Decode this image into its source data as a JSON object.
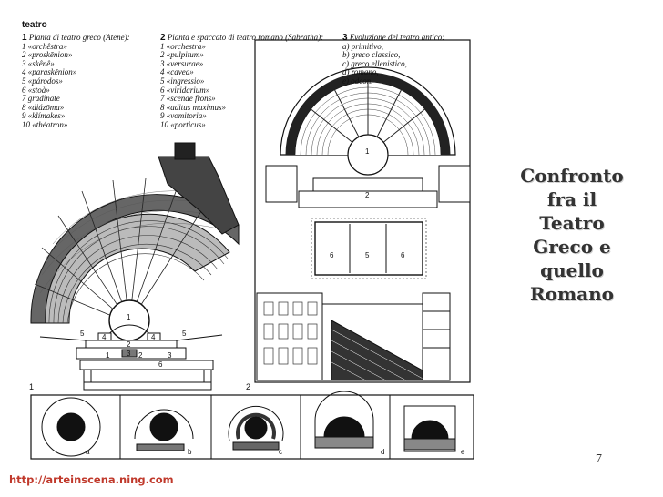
{
  "plate": {
    "heading": "teatro",
    "legend1": {
      "header": "Pianta di teatro greco (Atene):",
      "num": "1",
      "items": [
        "1 «orchêstra»",
        "2 «proskēnion»",
        "3 «skênê»",
        "4 «paraskēnion»",
        "5 «párodos»",
        "6 «stoà»",
        "7 gradinate",
        "8 «diázōma»",
        "9 «klímakes»",
        "10 «théatron»"
      ]
    },
    "legend2": {
      "header": "Pianta e spaccato di teatro romano (Sabratha):",
      "num": "2",
      "items": [
        "1 «orchestra»",
        "2 «pulpitum»",
        "3 «versurae»",
        "4 «cavea»",
        "5 «ingressio»",
        "6 «viridarium»",
        "7 «scenae frons»",
        "8 «aditus maximus»",
        "9 «vomitoria»",
        "10 «porticus»"
      ]
    },
    "legend3": {
      "header": "Evoluzione del teatro antico:",
      "num": "3",
      "items": [
        "a) primitivo,",
        "b) greco classico,",
        "c) greco ellenistico,",
        "d) romano,",
        "e) odeon."
      ]
    },
    "figure_numbers": {
      "fig1": "1",
      "fig2": "2"
    },
    "greek_labels": {
      "orchestra": "1",
      "proskenion": "2",
      "skene": "3",
      "paraskenion_l": "4",
      "paraskenion_r": "4",
      "parodos_l": "5",
      "parodos_r": "5",
      "stoa": "6",
      "p1": "1",
      "p2": "2",
      "p3": "3"
    },
    "roman_labels": {
      "orchestra": "1",
      "pulpitum": "2",
      "v1": "6",
      "v2": "5",
      "v3": "6"
    },
    "evolution_labels": [
      "a",
      "b",
      "c",
      "d",
      "e"
    ]
  },
  "slide": {
    "title_lines": [
      "Confronto",
      "fra il",
      "Teatro",
      "Greco e",
      "quello",
      "Romano"
    ],
    "page_number": "7",
    "source_url": "http://arteinscena.ning.com"
  }
}
